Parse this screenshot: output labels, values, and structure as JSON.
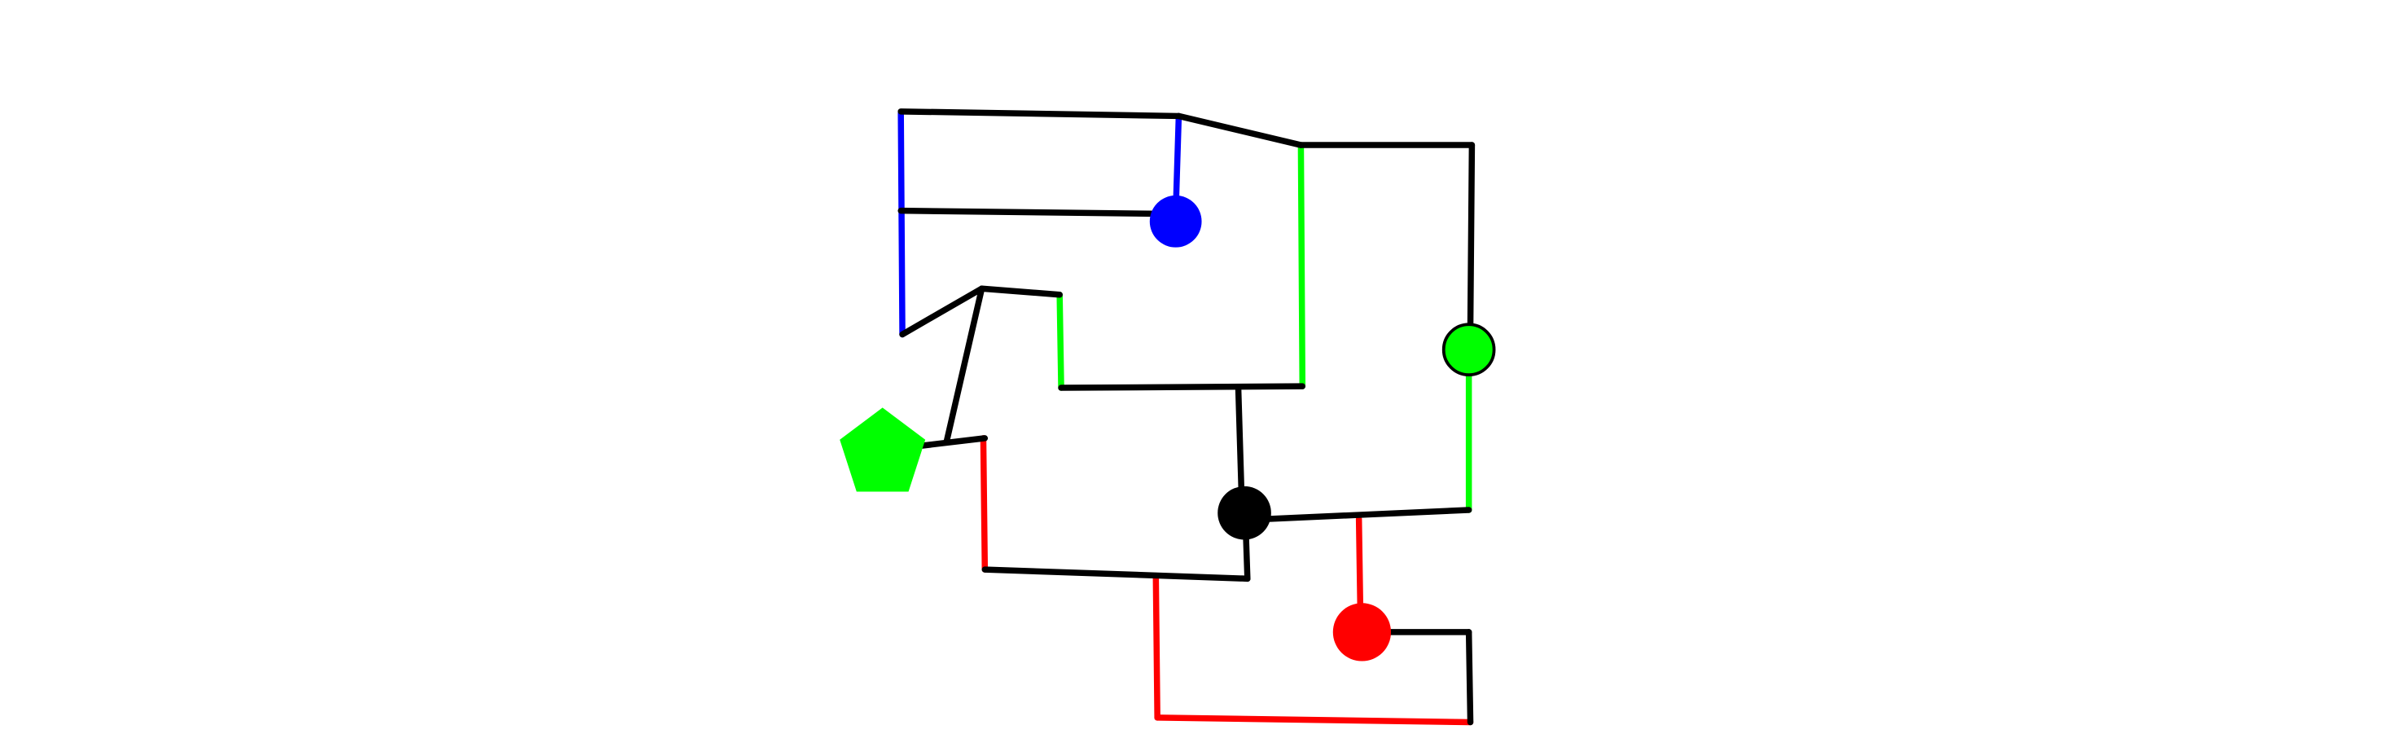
{
  "colors": {
    "background": "#ffffff",
    "black": "#000000",
    "blue": "#0000ff",
    "green": "#00ff00",
    "red": "#ff0000"
  },
  "shapes": [
    {
      "name": "green-pentagon",
      "shape": "pentagon",
      "color": "green"
    },
    {
      "name": "blue-circle",
      "shape": "circle",
      "color": "blue"
    },
    {
      "name": "green-circle",
      "shape": "circle",
      "color": "green",
      "outlined": true
    },
    {
      "name": "black-circle",
      "shape": "circle",
      "color": "black"
    },
    {
      "name": "red-circle",
      "shape": "circle",
      "color": "red"
    }
  ],
  "wire_colors": [
    "black",
    "blue",
    "green",
    "red"
  ]
}
